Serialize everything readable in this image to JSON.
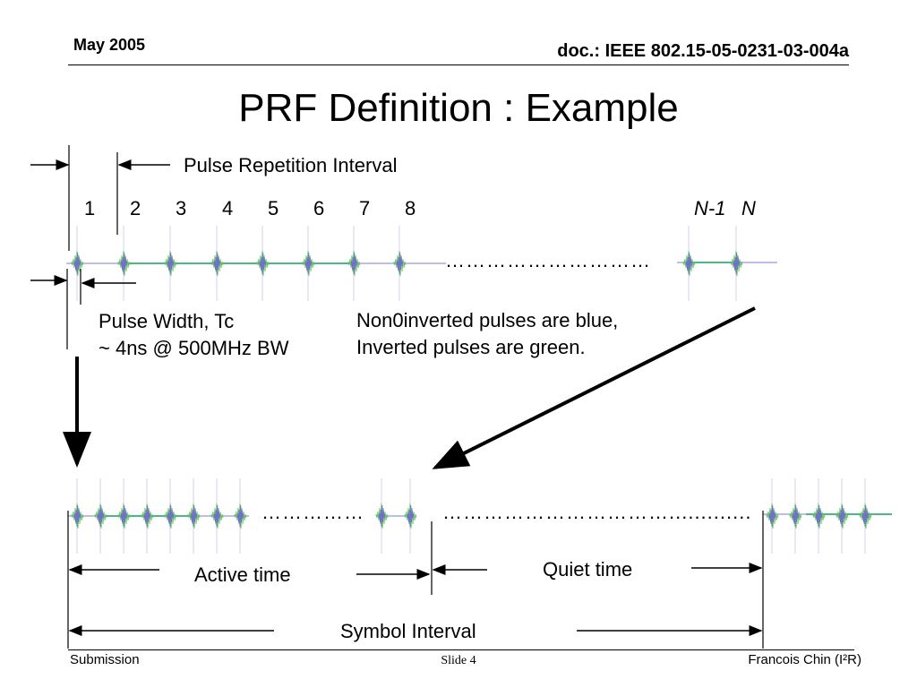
{
  "header": {
    "date": "May 2005",
    "doc_id": "doc.: IEEE 802.15-05-0231-03-004a"
  },
  "slide": {
    "title": "PRF Definition : Example"
  },
  "diagram": {
    "pri_label": "Pulse Repetition Interval",
    "pulse_numbers": [
      "1",
      "2",
      "3",
      "4",
      "5",
      "6",
      "7",
      "8"
    ],
    "last_pulse_labels": [
      "N-1",
      "N"
    ],
    "pulse_width_label": [
      "Pulse Width, Tc",
      "~ 4ns @ 500MHz BW"
    ],
    "note": [
      "Non0inverted pulses are blue,",
      "Inverted pulses are green."
    ],
    "active_time_label": "Active time",
    "quiet_time_label": "Quiet time",
    "symbol_interval_label": "Symbol Interval",
    "dots_top": "…………………………",
    "dots_bottom_left": "……………",
    "dots_bottom_right": "…………………………….............",
    "colors": {
      "non_inverted_pulse": "#7070c8",
      "inverted_pulse": "#60c060",
      "green_baseline": "#20b060",
      "blue_baseline": "#9a9ae0",
      "arrow": "#000000"
    }
  },
  "footer": {
    "left": "Submission",
    "center": "Slide 4",
    "right": "Francois Chin (I²R)"
  }
}
